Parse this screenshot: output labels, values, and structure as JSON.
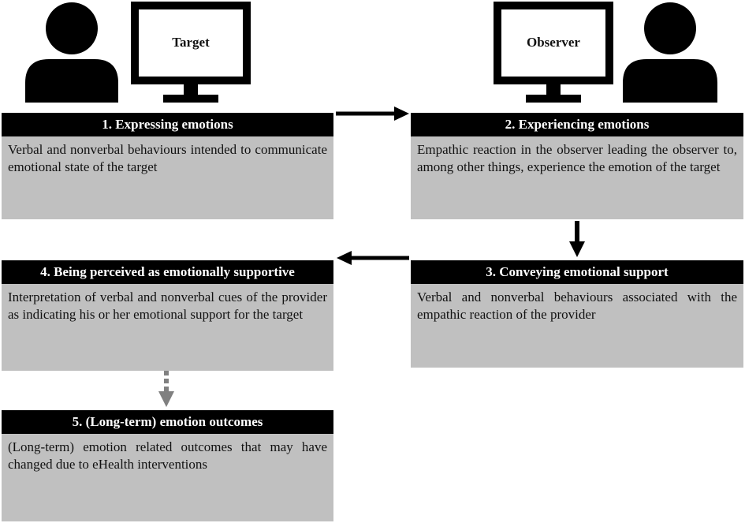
{
  "actors": {
    "target": {
      "label": "Target",
      "icon": "person-icon",
      "monitor": "monitor-icon"
    },
    "observer": {
      "label": "Observer",
      "icon": "person-icon",
      "monitor": "monitor-icon"
    }
  },
  "steps": [
    {
      "title": "1. Expressing emotions",
      "text": "Verbal and nonverbal behaviours intended to communicate emotional state of the target"
    },
    {
      "title": "2. Experiencing emotions",
      "text": "Empathic reaction in the observer leading the observer to, among other things, experience the emotion of the target"
    },
    {
      "title": "3. Conveying emotional support",
      "text": "Verbal and nonverbal behaviours associated with the empathic reaction of the provider"
    },
    {
      "title": "4. Being perceived as emotionally supportive",
      "text": "Interpretation of verbal and nonverbal cues of the provider as indicating his or her emotional support for the target"
    },
    {
      "title": "5. (Long-term) emotion outcomes",
      "text": "(Long-term) emotion related outcomes that may have changed due to eHealth interventions"
    }
  ],
  "colors": {
    "header": "#000000",
    "body": "#c0c0c0",
    "arrow": "#000000",
    "dashed_arrow": "#808080"
  }
}
